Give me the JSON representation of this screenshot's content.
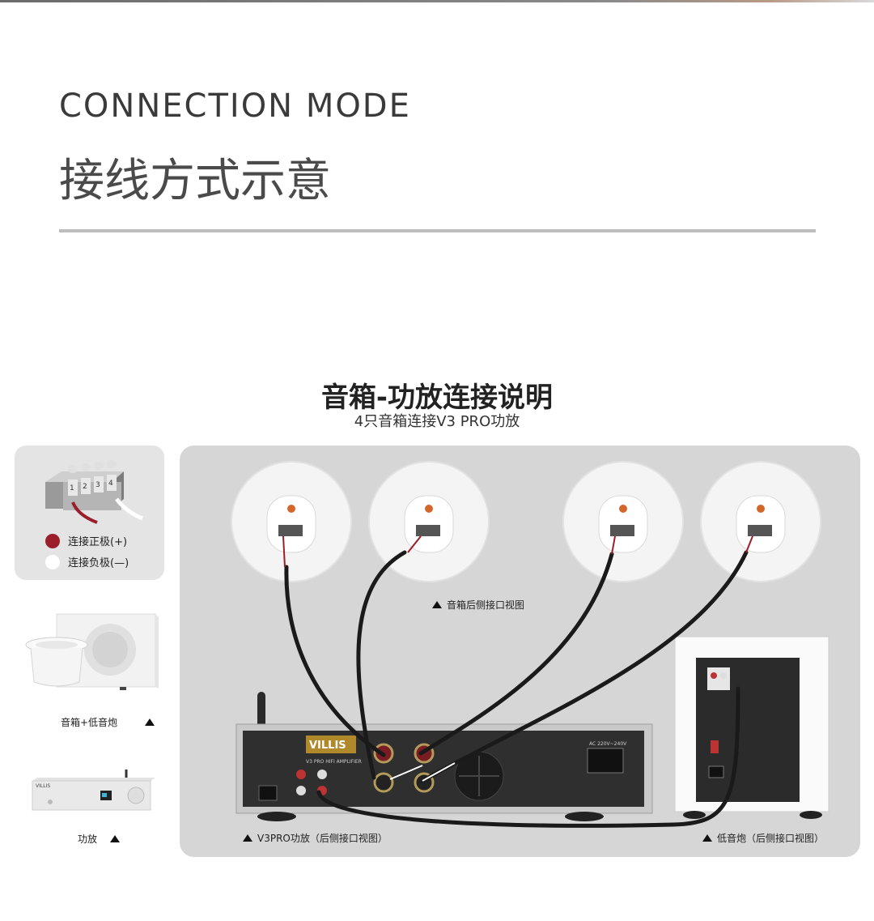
{
  "header": {
    "title_en": "CONNECTION MODE",
    "title_zh": "接线方式示意"
  },
  "section": {
    "title": "音箱-功放连接说明",
    "subtitle": "4只音箱连接V3 PRO功放"
  },
  "legend": {
    "connector_pins": [
      "1",
      "2",
      "3",
      "4"
    ],
    "positive_label": "连接正极(+)",
    "negative_label": "连接负极(—)",
    "positive_color": "#9a1f2b",
    "negative_color": "#ffffff"
  },
  "side": {
    "speaker_sub_caption": "音箱+低音炮",
    "amp_caption": "功放",
    "amp_brand": "VILLIS"
  },
  "diagram": {
    "speakers_caption": "音箱后侧接口视图",
    "amp_caption": "V3PRO功放（后侧接口视图）",
    "sub_caption": "低音炮（后侧接口视图）",
    "amp_logo": "VILLIS",
    "amp_model": "V3 PRO  HIFI AMPLIFIER",
    "amp_power_label": "AC 220V~240V"
  },
  "colors": {
    "accent_red": "#9a1f2b",
    "panel_gray": "#d6d6d6",
    "card_gray": "#e4e4e4",
    "cable": "#1a1a1a"
  }
}
